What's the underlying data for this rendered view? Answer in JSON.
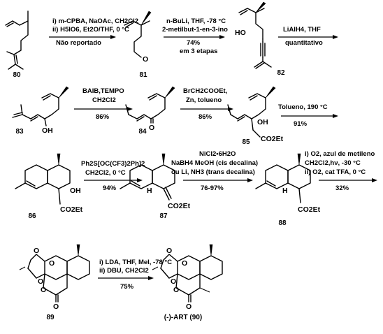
{
  "compounds": {
    "c80": "80",
    "c81": "81",
    "c82": "82",
    "c83": "83",
    "c84": "84",
    "c85": "85",
    "c86": "86",
    "c87": "87",
    "c88": "88",
    "c89": "89",
    "c90": "(-)-ART (90)"
  },
  "steps": {
    "s1": {
      "line1": "i) m-CPBA, NaOAc, CH2Cl2",
      "line2": "ii) H5IO6, Et2O/THF, 0 °C",
      "line3": "Não reportado"
    },
    "s2": {
      "line1": "n-BuLi, THF, -78 °C",
      "line2": "2-metilbut-1-en-3-ino",
      "line3": "74%",
      "line4": "em 3 etapas"
    },
    "s3": {
      "line1": "LiAlH4, THF",
      "line2": "quantitativo"
    },
    "s4": {
      "line1": "BAIB,TEMPO",
      "line2": "CH2Cl2",
      "line3": "86%"
    },
    "s5": {
      "line1": "BrCH2COOEt,",
      "line2": "Zn, tolueno",
      "line3": "86%"
    },
    "s6": {
      "line1": "Tolueno, 190 °C",
      "line2": "91%"
    },
    "s7": {
      "line1": "Ph2S[OC(CF3)2Ph]2",
      "line2": "CH2Cl2, 0 °C",
      "line3": "94%"
    },
    "s8": {
      "line1": "NiCl2•6H2O",
      "line2": "NaBH4 MeOH (cis decalina)",
      "line3": "ou Li, NH3 (trans decalina)",
      "line4": "76-97%"
    },
    "s9": {
      "line1": "i) O2, azul de metileno",
      "line2": "CH2Cl2,hν, -30 °C",
      "line3": "ii) O2, cat TFA, 0 °C",
      "line4": "32%"
    },
    "s10": {
      "line1": "i) LDA, THF, MeI, -78 °C",
      "line2": "ii) DBU, CH2Cl2",
      "line3": "75%"
    }
  },
  "atoms": {
    "O": "O",
    "OH": "OH",
    "HO": "HO",
    "H": "H",
    "CO2Et": "CO2Et"
  }
}
